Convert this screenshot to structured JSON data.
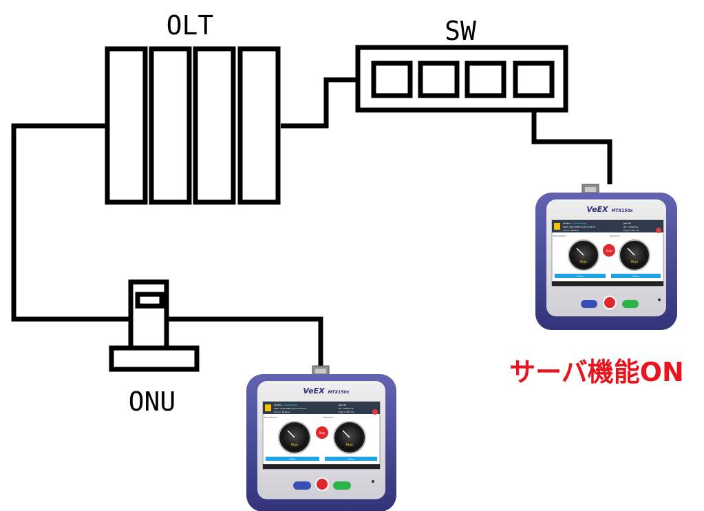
{
  "diagram": {
    "labels": {
      "olt": "OLT",
      "sw": "SW",
      "onu": "ONU",
      "server_note": "サーバ機能ON"
    },
    "colors": {
      "line": "#000000",
      "accent_red": "#e8141e",
      "device_body": "#3f3f8f",
      "device_bezel": "#5b5ba8",
      "device_face": "#f2f2f4",
      "gauge_blue": "#1fa3e3"
    },
    "device": {
      "brand": "VeEX",
      "model": "MTX150x",
      "status_label": "Status:",
      "status_value": "Connecting",
      "myip": "MyIP: 2001:DB8:1:100::8:22:FA",
      "server": "Server: Passive",
      "job_label": "Job ID:",
      "rtt": "RT: 1.0000 ms",
      "ping": "Ping: 0.425 ms",
      "downstream": "Downstream",
      "upstream": "Upstream",
      "stop": "Stop",
      "rate_left": "0Mbps",
      "rate_right": "0Mbps"
    }
  }
}
